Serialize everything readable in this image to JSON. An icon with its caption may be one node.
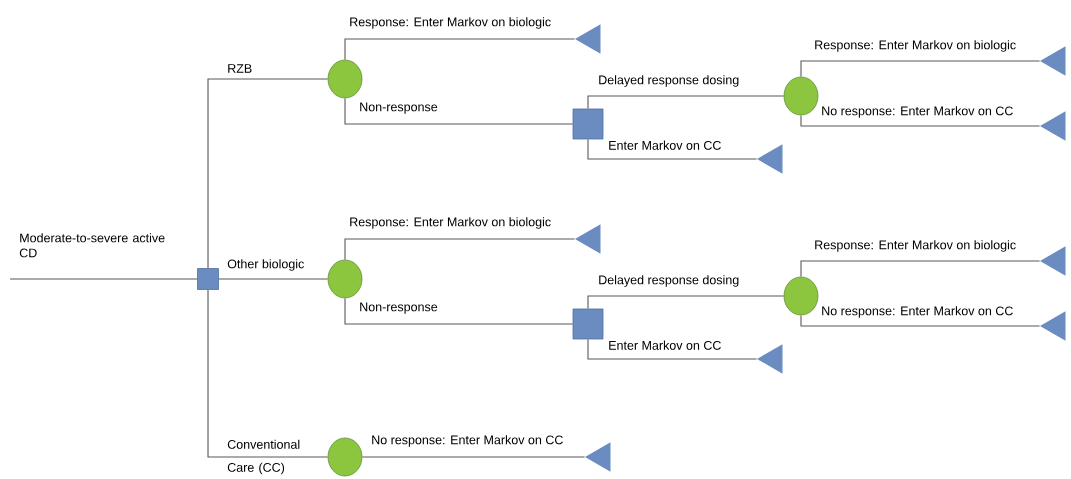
{
  "diagram": {
    "nodes": [
      {
        "text": [],
        "shape": "box"
      },
      {
        "text": [],
        "shape": "circle"
      },
      {
        "text": [],
        "shape": "triangle"
      },
      {
        "text": [],
        "shape": "box"
      },
      {
        "text": [],
        "shape": "circle"
      },
      {
        "text": [],
        "shape": "triangle"
      },
      {
        "text": [],
        "shape": "triangle"
      },
      {
        "text": [],
        "shape": "triangle"
      },
      {
        "text": [],
        "shape": "circle"
      },
      {
        "text": [],
        "shape": "triangle"
      },
      {
        "text": [],
        "shape": "box"
      },
      {
        "text": [],
        "shape": "circle"
      },
      {
        "text": [],
        "shape": "triangle"
      },
      {
        "text": [],
        "shape": "triangle"
      },
      {
        "text": [],
        "shape": "triangle"
      },
      {
        "text": [],
        "shape": "circle"
      },
      {
        "text": [],
        "shape": "triangle"
      }
    ],
    "edges": [
      {
        "from": null,
        "to": 0,
        "arrow": "none",
        "label": "Moderate-to-severe active CD"
      },
      {
        "from": 0,
        "to": 1,
        "arrow": "none",
        "label": "RZB"
      },
      {
        "from": 0,
        "to": 8,
        "arrow": "none",
        "label": "Other biologic"
      },
      {
        "from": 0,
        "to": 15,
        "arrow": "none",
        "label": "Conventional Care (CC)"
      },
      {
        "from": 1,
        "to": 2,
        "arrow": "none",
        "label": "Response: Enter Markov on biologic"
      },
      {
        "from": 1,
        "to": 3,
        "arrow": "none",
        "label": "Non-response"
      },
      {
        "from": 3,
        "to": 4,
        "arrow": "none",
        "label": "Delayed response dosing"
      },
      {
        "from": 3,
        "to": 7,
        "arrow": "none",
        "label": "Enter Markov on CC"
      },
      {
        "from": 4,
        "to": 5,
        "arrow": "none",
        "label": "Response: Enter Markov on biologic"
      },
      {
        "from": 4,
        "to": 6,
        "arrow": "none",
        "label": "No response: Enter Markov on CC"
      },
      {
        "from": 8,
        "to": 9,
        "arrow": "none",
        "label": "Response: Enter Markov on biologic"
      },
      {
        "from": 8,
        "to": 10,
        "arrow": "none",
        "label": "Non-response"
      },
      {
        "from": 10,
        "to": 11,
        "arrow": "none",
        "label": "Delayed response dosing"
      },
      {
        "from": 10,
        "to": 14,
        "arrow": "none",
        "label": "Enter Markov on CC"
      },
      {
        "from": 11,
        "to": 12,
        "arrow": "none",
        "label": "Response: Enter Markov on biologic"
      },
      {
        "from": 11,
        "to": 13,
        "arrow": "none",
        "label": "No response: Enter Markov on CC"
      },
      {
        "from": 15,
        "to": 16,
        "arrow": "none",
        "label": "No response: Enter Markov on CC"
      }
    ]
  }
}
